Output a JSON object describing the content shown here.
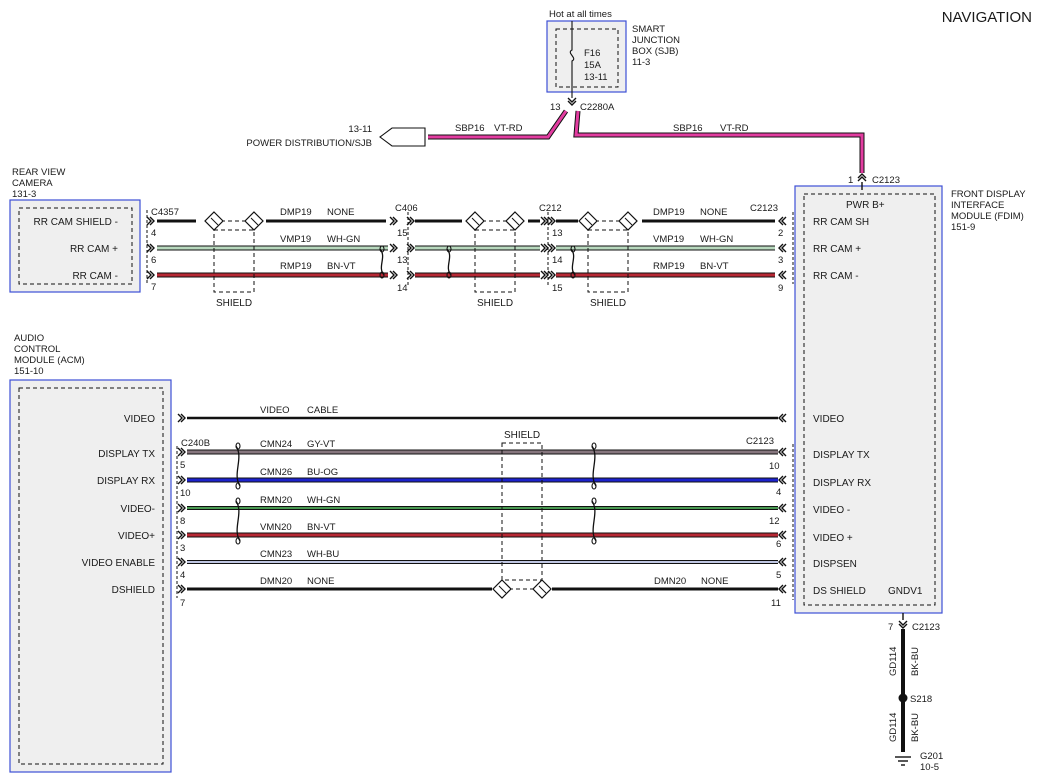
{
  "title": "NAVIGATION",
  "colors": {
    "box_border": "#3d4fd6",
    "box_fill": "#efefef",
    "power_wire": "#e23ca0",
    "black_wire": "#111111",
    "white_green_wire": "#b7d8bd",
    "brown_violet_wire": "#b72834",
    "gray_violet_wire": "#86767e",
    "blue_orange_wire": "#1c22cc",
    "green_wire": "#4a9a52",
    "white_blue_wire": "#bfc6e2"
  },
  "sjb": {
    "hot_label": "Hot at all times",
    "fuse_name": "F16",
    "fuse_amps": "15A",
    "fuse_ref": "13-11",
    "name_line1": "SMART",
    "name_line2": "JUNCTION",
    "name_line3": "BOX (SJB)",
    "page_ref": "11-3",
    "pin": "13",
    "connector": "C2280A"
  },
  "power_dist": {
    "ref": "13-11",
    "label": "POWER DISTRIBUTION/SJB"
  },
  "power_wires": [
    {
      "circuit": "SBP16",
      "color": "VT-RD"
    },
    {
      "circuit": "SBP16",
      "color": "VT-RD"
    }
  ],
  "camera": {
    "name_line1": "REAR VIEW",
    "name_line2": "CAMERA",
    "page_ref": "131-3",
    "connector": "C4357",
    "pins": [
      {
        "label": "RR CAM SHIELD -",
        "pin": "4"
      },
      {
        "label": "RR CAM +",
        "pin": "6"
      },
      {
        "label": "RR CAM -",
        "pin": "7"
      }
    ]
  },
  "camera_wires": [
    {
      "circuit": "DMP19",
      "color": "NONE"
    },
    {
      "circuit": "VMP19",
      "color": "WH-GN"
    },
    {
      "circuit": "RMP19",
      "color": "BN-VT"
    },
    {
      "circuit": "DMP19",
      "color": "NONE"
    },
    {
      "circuit": "VMP19",
      "color": "WH-GN"
    },
    {
      "circuit": "RMP19",
      "color": "BN-VT"
    }
  ],
  "inline_connectors": [
    {
      "name": "C406",
      "pins": [
        "15",
        "13",
        "14"
      ]
    },
    {
      "name": "C212",
      "pins": [
        "13",
        "14",
        "15"
      ]
    }
  ],
  "shield_labels": [
    "SHIELD",
    "SHIELD",
    "SHIELD",
    "SHIELD"
  ],
  "fdim": {
    "name_line1": "FRONT DISPLAY",
    "name_line2": "INTERFACE",
    "name_line3": "MODULE (FDIM)",
    "page_ref": "151-9",
    "top_connector": "C2123",
    "top_pin": "1",
    "pwr_label": "PWR B+",
    "cam_connector": "C2123",
    "cam_pins": [
      {
        "label": "RR CAM SH",
        "pin": "2"
      },
      {
        "label": "RR CAM +",
        "pin": "3"
      },
      {
        "label": "RR CAM -",
        "pin": "9"
      }
    ],
    "video_label": "VIDEO",
    "acm_connector": "C2123",
    "acm_pins": [
      {
        "label": "DISPLAY TX",
        "pin": "10"
      },
      {
        "label": "DISPLAY RX",
        "pin": "4"
      },
      {
        "label": "VIDEO -",
        "pin": "12"
      },
      {
        "label": "VIDEO +",
        "pin": "6"
      },
      {
        "label": "DISPSEN",
        "pin": "5"
      },
      {
        "label": "DS SHIELD",
        "pin": "11"
      }
    ],
    "gnd_label": "GNDV1"
  },
  "acm": {
    "name_line1": "AUDIO",
    "name_line2": "CONTROL",
    "name_line3": "MODULE (ACM)",
    "page_ref": "151-10",
    "connector": "C240B",
    "video_label": "VIDEO",
    "pins": [
      {
        "label": "DISPLAY TX",
        "pin": "5"
      },
      {
        "label": "DISPLAY RX",
        "pin": "10"
      },
      {
        "label": "VIDEO-",
        "pin": "8"
      },
      {
        "label": "VIDEO+",
        "pin": "3"
      },
      {
        "label": "VIDEO ENABLE",
        "pin": "4"
      },
      {
        "label": "DSHIELD",
        "pin": "7"
      }
    ]
  },
  "acm_wires": [
    {
      "circuit": "VIDEO",
      "color": "CABLE"
    },
    {
      "circuit": "CMN24",
      "color": "GY-VT"
    },
    {
      "circuit": "CMN26",
      "color": "BU-OG"
    },
    {
      "circuit": "RMN20",
      "color": "WH-GN"
    },
    {
      "circuit": "VMN20",
      "color": "BN-VT"
    },
    {
      "circuit": "CMN23",
      "color": "WH-BU"
    },
    {
      "circuit": "DMN20",
      "color": "NONE"
    },
    {
      "circuit": "DMN20",
      "color": "NONE"
    }
  ],
  "ground": {
    "pin": "7",
    "connector": "C2123",
    "wire1_circuit": "GD114",
    "wire1_color": "BK-BU",
    "splice": "S218",
    "wire2_circuit": "GD114",
    "wire2_color": "BK-BU",
    "ground_name": "G201",
    "ground_ref": "10-5"
  }
}
